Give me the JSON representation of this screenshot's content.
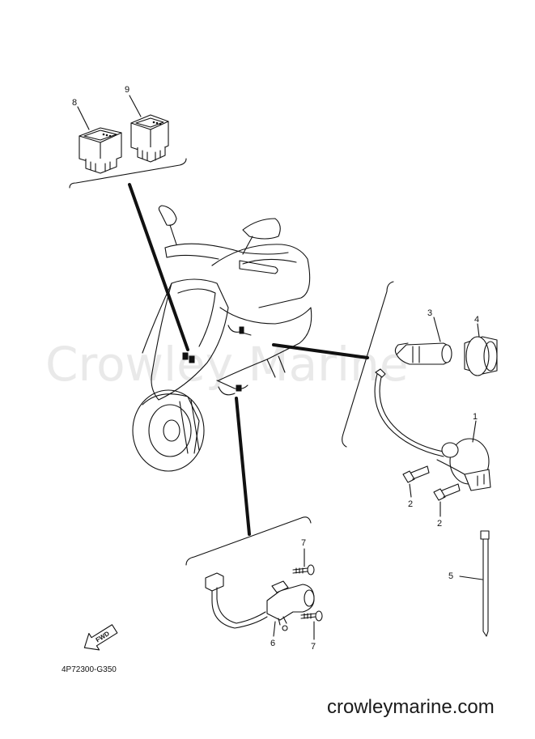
{
  "watermark": "Crowley Marine",
  "site_url": "crowleymarine.com",
  "part_code": "4P72300-G350",
  "fwd_label": "FWD",
  "callouts": {
    "c1": "1",
    "c2a": "2",
    "c2b": "2",
    "c3": "3",
    "c4": "4",
    "c5": "5",
    "c6": "6",
    "c7a": "7",
    "c7b": "7",
    "c8": "8",
    "c9": "9"
  },
  "colors": {
    "line": "#111111",
    "watermark": "#e9e9e9",
    "background": "#ffffff"
  }
}
